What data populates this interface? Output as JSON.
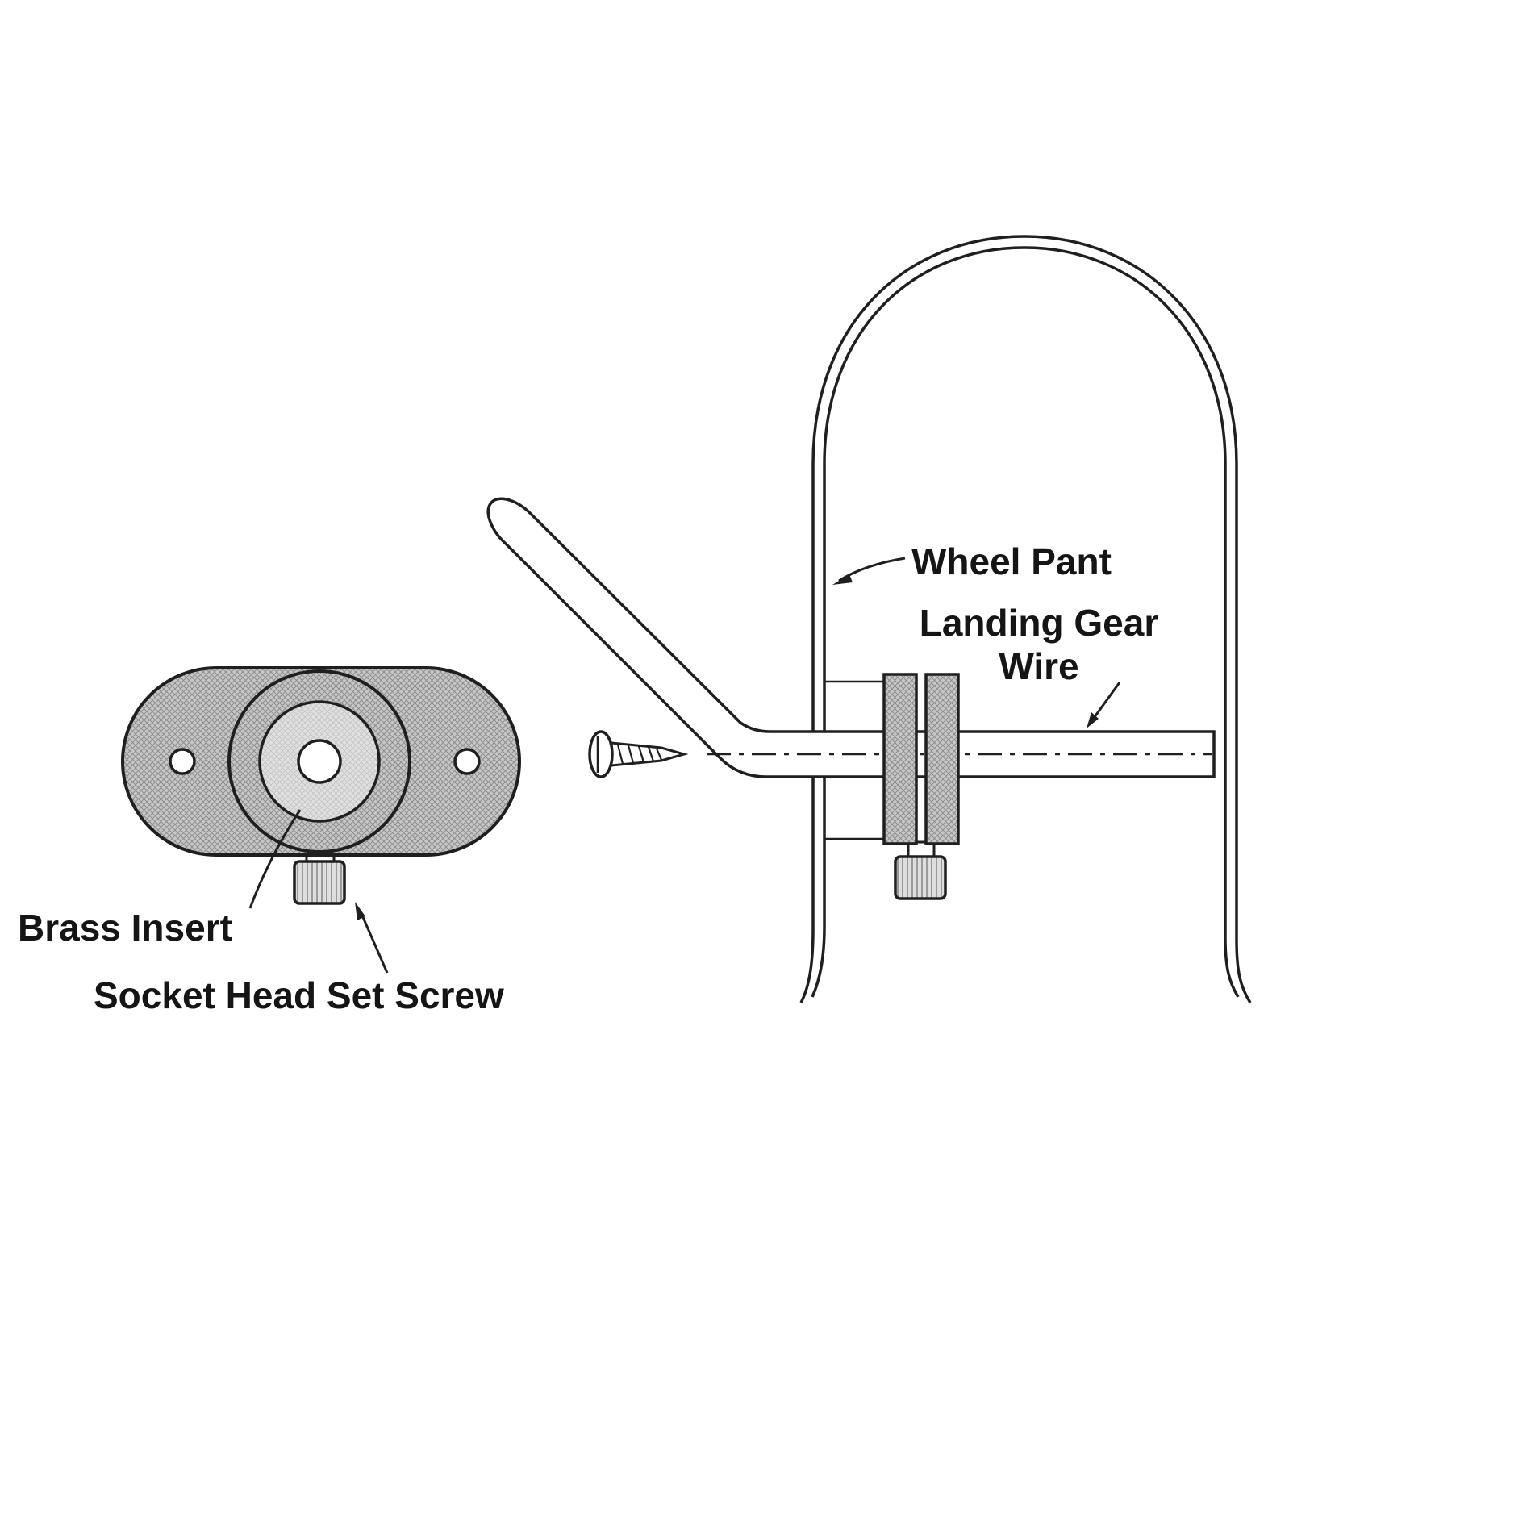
{
  "diagram": {
    "title": "Wheel pant landing gear wire mounting diagram",
    "labels": {
      "brass_insert": "Brass Insert",
      "socket_head_set_screw": "Socket Head Set Screw",
      "wheel_pant": "Wheel Pant",
      "landing_gear_line1": "Landing Gear",
      "landing_gear_line2": "Wire"
    },
    "colors": {
      "line": "#1f1f1f",
      "hatch_fill": "#c7c7c7",
      "hatch_stroke": "#8d8d8d",
      "insert_inner_fill": "#e0e0e0",
      "insert_inner_stroke": "#c2c2c2",
      "knurl_fill": "#dedede",
      "knurl_stroke": "#7d7d7d",
      "background": "#ffffff"
    }
  }
}
